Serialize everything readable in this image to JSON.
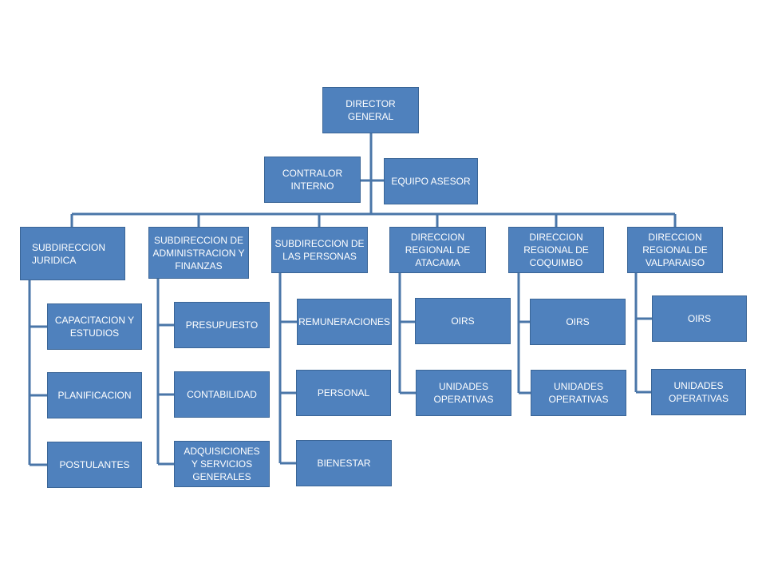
{
  "colors": {
    "box_fill": "#4f81bd",
    "box_text": "#ffffff",
    "connector": "#4a76a8"
  },
  "director": "DIRECTOR GENERAL",
  "staff": {
    "contralor": "CONTRALOR INTERNO",
    "asesor": "EQUIPO ASESOR"
  },
  "columns": [
    {
      "head": "SUBDIRECCION JURIDICA",
      "units": [
        "CAPACITACION Y ESTUDIOS",
        "PLANIFICACION",
        "POSTULANTES"
      ]
    },
    {
      "head": "SUBDIRECCION DE ADMINISTRACION Y FINANZAS",
      "units": [
        "PRESUPUESTO",
        "CONTABILIDAD",
        "ADQUISICIONES Y SERVICIOS GENERALES"
      ]
    },
    {
      "head": "SUBDIRECCION DE LAS PERSONAS",
      "units": [
        "REMUNERACIONES",
        "PERSONAL",
        "BIENESTAR"
      ]
    },
    {
      "head": "DIRECCION REGIONAL DE ATACAMA",
      "units": [
        "OIRS",
        "UNIDADES OPERATIVAS"
      ]
    },
    {
      "head": "DIRECCION REGIONAL DE COQUIMBO",
      "units": [
        "OIRS",
        "UNIDADES OPERATIVAS"
      ]
    },
    {
      "head": "DIRECCION REGIONAL DE VALPARAISO",
      "units": [
        "OIRS",
        "UNIDADES OPERATIVAS"
      ]
    }
  ]
}
